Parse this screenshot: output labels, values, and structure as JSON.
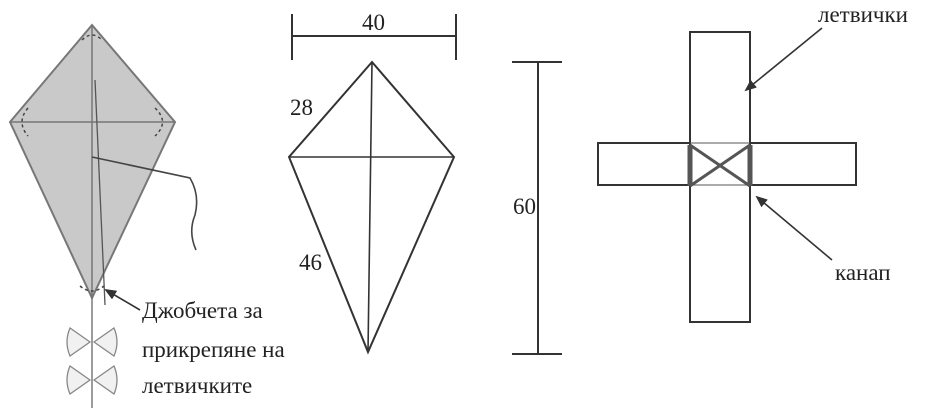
{
  "kite_picture": {
    "pocket_label": [
      "Джобчета за",
      "прикрепяне на",
      "летвичките"
    ]
  },
  "dimensions": {
    "width_value": "40",
    "upper_side_value": "28",
    "lower_side_value": "46",
    "height_value": "60"
  },
  "joint": {
    "slats_label": "летвички",
    "string_label": "канап"
  },
  "colors": {
    "kite_fill": "#c9c9c9",
    "line": "#333333"
  }
}
